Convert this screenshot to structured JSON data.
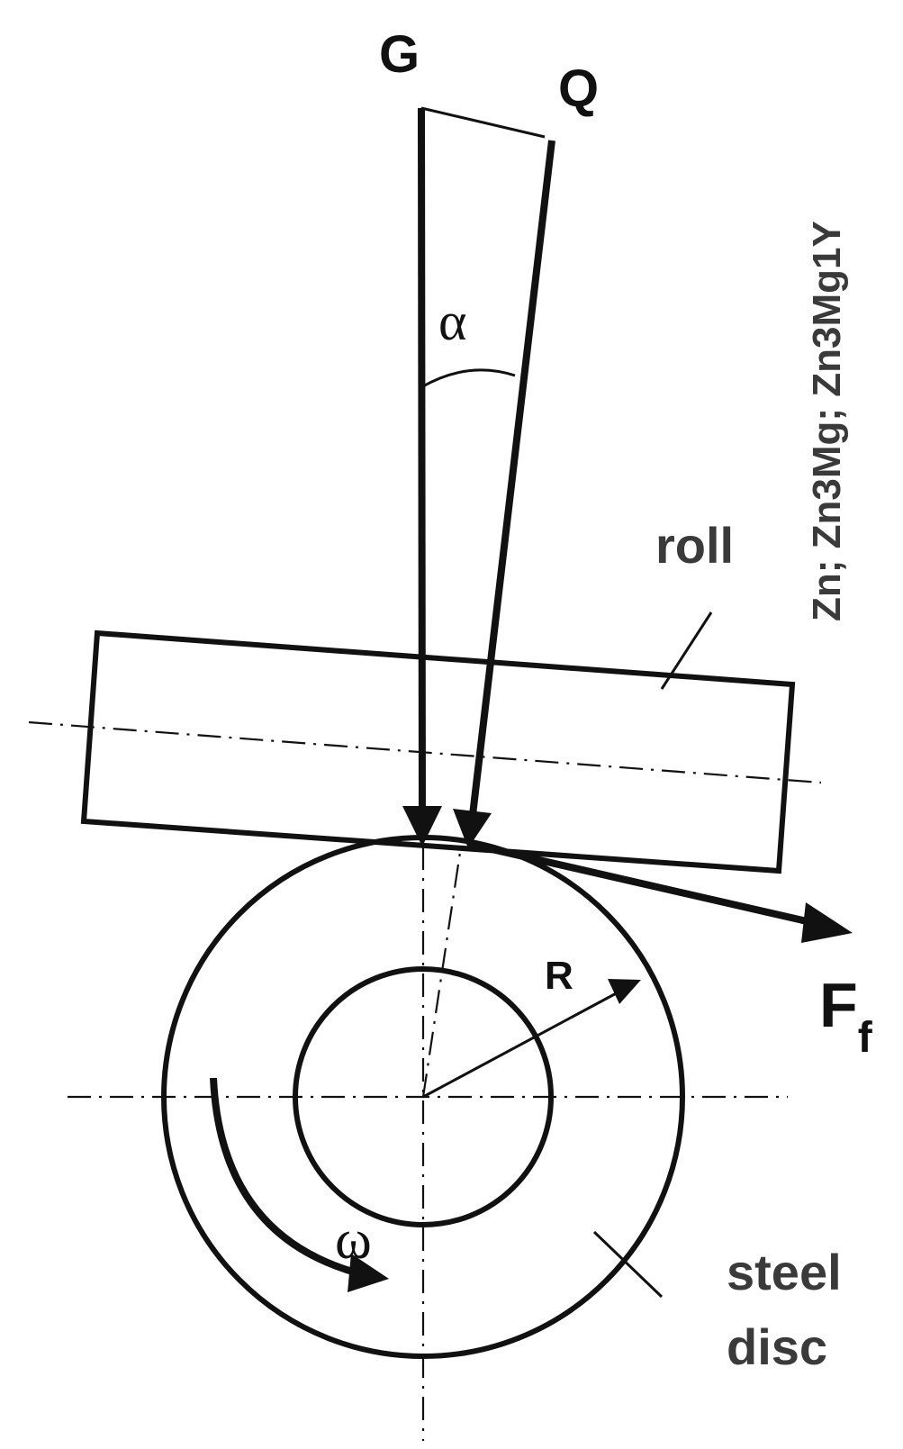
{
  "labels": {
    "g": "G",
    "q": "Q",
    "alpha": "α",
    "roll": "roll",
    "materials": "Zn; Zn3Mg; Zn3Mg1Y",
    "r": "R",
    "ff_main": "F",
    "ff_sub": "f",
    "omega": "ω",
    "steel_line1": "steel",
    "steel_line2": "disc"
  },
  "colors": {
    "ink": "#111111",
    "gray_text": "#3a3a3a",
    "background": "#ffffff"
  }
}
